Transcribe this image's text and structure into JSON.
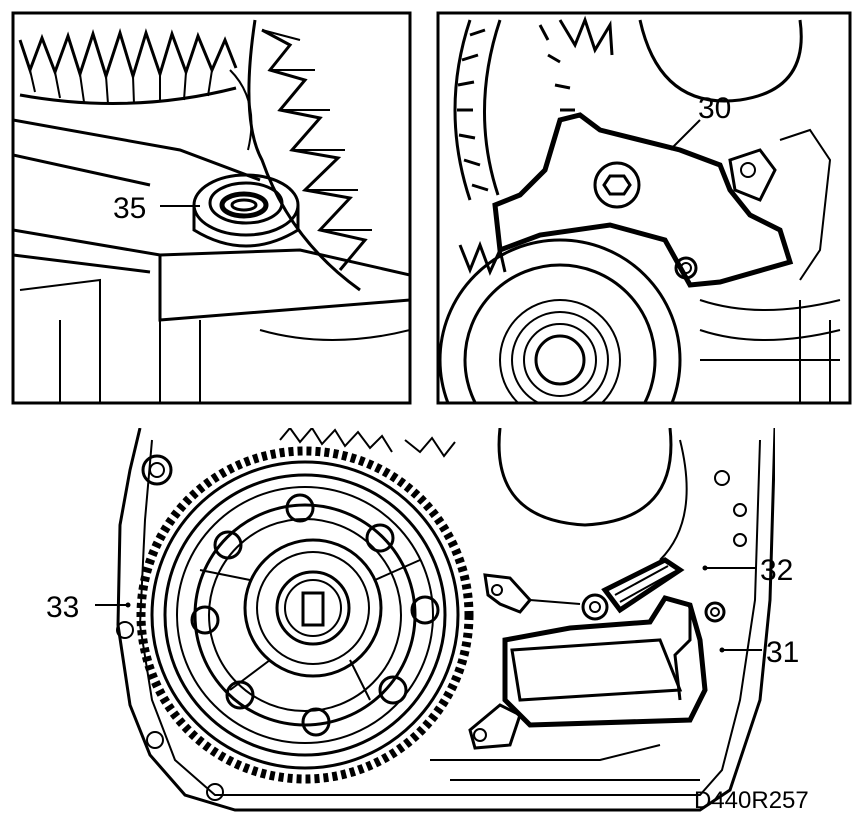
{
  "callouts": {
    "c35": "35",
    "c30": "30",
    "c32": "32",
    "c33": "33",
    "c31": "31"
  },
  "figure_code": "D440R257",
  "colors": {
    "ink": "#000000",
    "paper": "#ffffff"
  }
}
